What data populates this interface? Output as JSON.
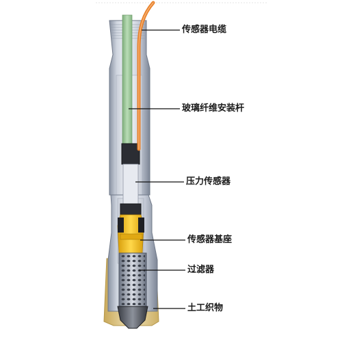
{
  "labels": {
    "cable": "传感器电缆",
    "rod": "玻璃纤维安装杆",
    "sensor": "压力传感器",
    "base": "传感器基座",
    "filter": "过滤器",
    "geotextile": "土工织物"
  },
  "colors": {
    "tube_light": "#eef0f5",
    "tube_mid": "#b8bfcc",
    "tube_dark": "#7d8696",
    "cable": "#e8822c",
    "rod": "#9cc79a",
    "base_yellow": "#f2c21a",
    "geotextile": "#e8d6a4",
    "sensor_dark": "#2b2d33",
    "leader_line": "#111111"
  }
}
